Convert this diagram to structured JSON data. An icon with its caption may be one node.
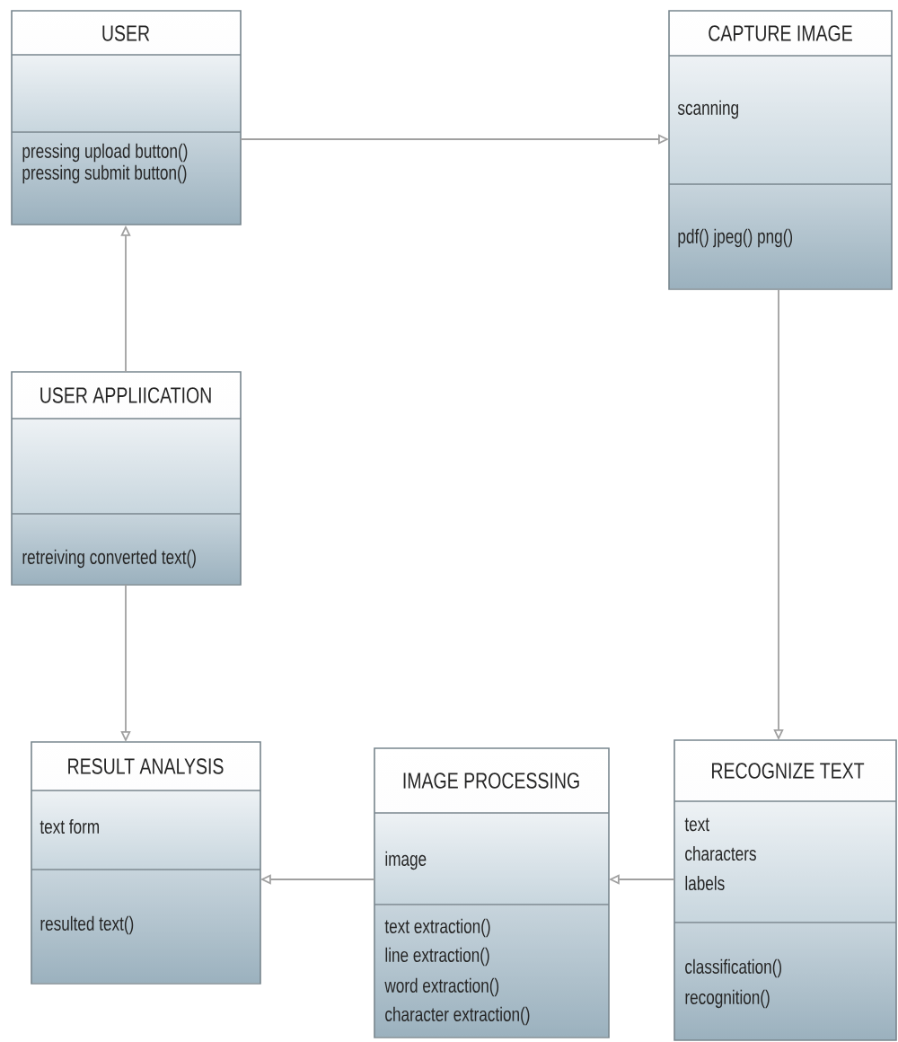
{
  "diagram": {
    "nodes": [
      {
        "text": [
          "USER",
          "pressing upload button()",
          "pressing submit button()"
        ]
      },
      {
        "text": [
          "CAPTURE IMAGE",
          "scanning",
          "pdf()   jpeg()   png()"
        ]
      },
      {
        "text": [
          "USER APPLIICATION",
          "retreiving converted text()"
        ]
      },
      {
        "text": [
          "RESULT ANALYSIS",
          "text form",
          "resulted text()"
        ]
      },
      {
        "text": [
          "IMAGE PROCESSING",
          "image",
          "text extraction()",
          "line extraction()",
          "word extraction()",
          "character extraction()"
        ]
      },
      {
        "text": [
          "RECOGNIZE TEXT",
          "text",
          "characters",
          "labels",
          "classification()",
          "recognition()"
        ]
      }
    ],
    "edges": [
      {
        "from": 0,
        "to": 1,
        "arrow": "to"
      },
      {
        "from": 2,
        "to": 0,
        "arrow": "to"
      },
      {
        "from": 2,
        "to": 3,
        "arrow": "to"
      },
      {
        "from": 1,
        "to": 5,
        "arrow": "to"
      },
      {
        "from": 5,
        "to": 4,
        "arrow": "to"
      },
      {
        "from": 4,
        "to": 3,
        "arrow": "to"
      }
    ]
  }
}
